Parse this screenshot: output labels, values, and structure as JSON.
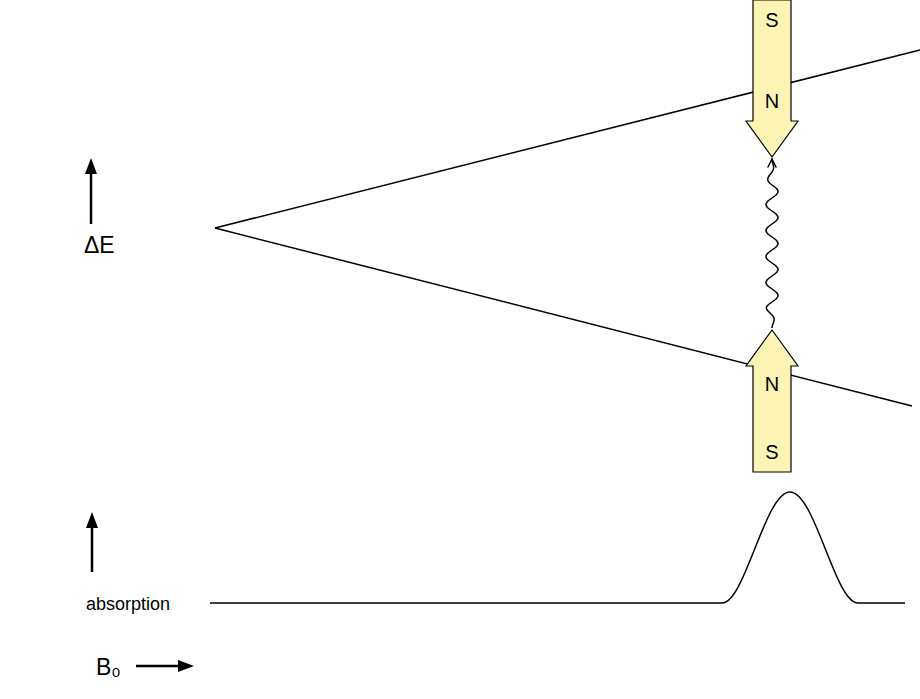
{
  "diagram": {
    "nodes": [
      {
        "text": [
          "S",
          "N"
        ]
      },
      {
        "text": [
          "N",
          "S"
        ]
      }
    ],
    "edges": [
      {
        "from": 1,
        "to": 0,
        "arrow": "to"
      }
    ],
    "labels": [
      "ΔE",
      "absorption",
      "B₀"
    ]
  }
}
